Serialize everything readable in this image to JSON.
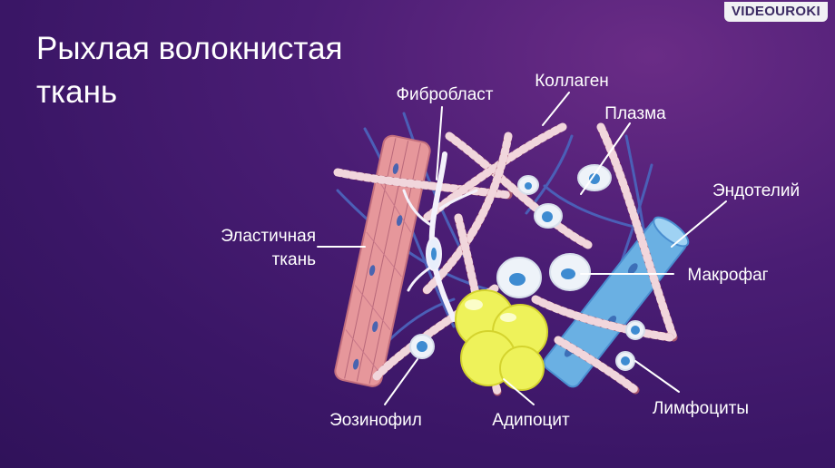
{
  "slide": {
    "title": "Рыхлая волокнистая ткань",
    "logo": "VIDEOUROKI"
  },
  "labels": {
    "fibroblast": "Фибробласт",
    "collagen": "Коллаген",
    "plasma": "Плазма",
    "endothelium": "Эндотелий",
    "elastic_line1": "Эластичная",
    "elastic_line2": "ткань",
    "macrophage": "Макрофаг",
    "eosinophil": "Эозинофил",
    "adipocyte": "Адипоцит",
    "lymphocytes": "Лимфоциты"
  },
  "colors": {
    "background": "#3a1666",
    "collagen_fiber": "#a8576d",
    "collagen_stripe": "#f1d6dc",
    "elastic_fiber": "#4b5fb7",
    "muscle_fiber": "#e6979b",
    "vessel": "#6ab0e3",
    "adipocyte": "#eef25a",
    "cell_body": "#ecf2f8",
    "nucleus": "#3d8bd1"
  }
}
